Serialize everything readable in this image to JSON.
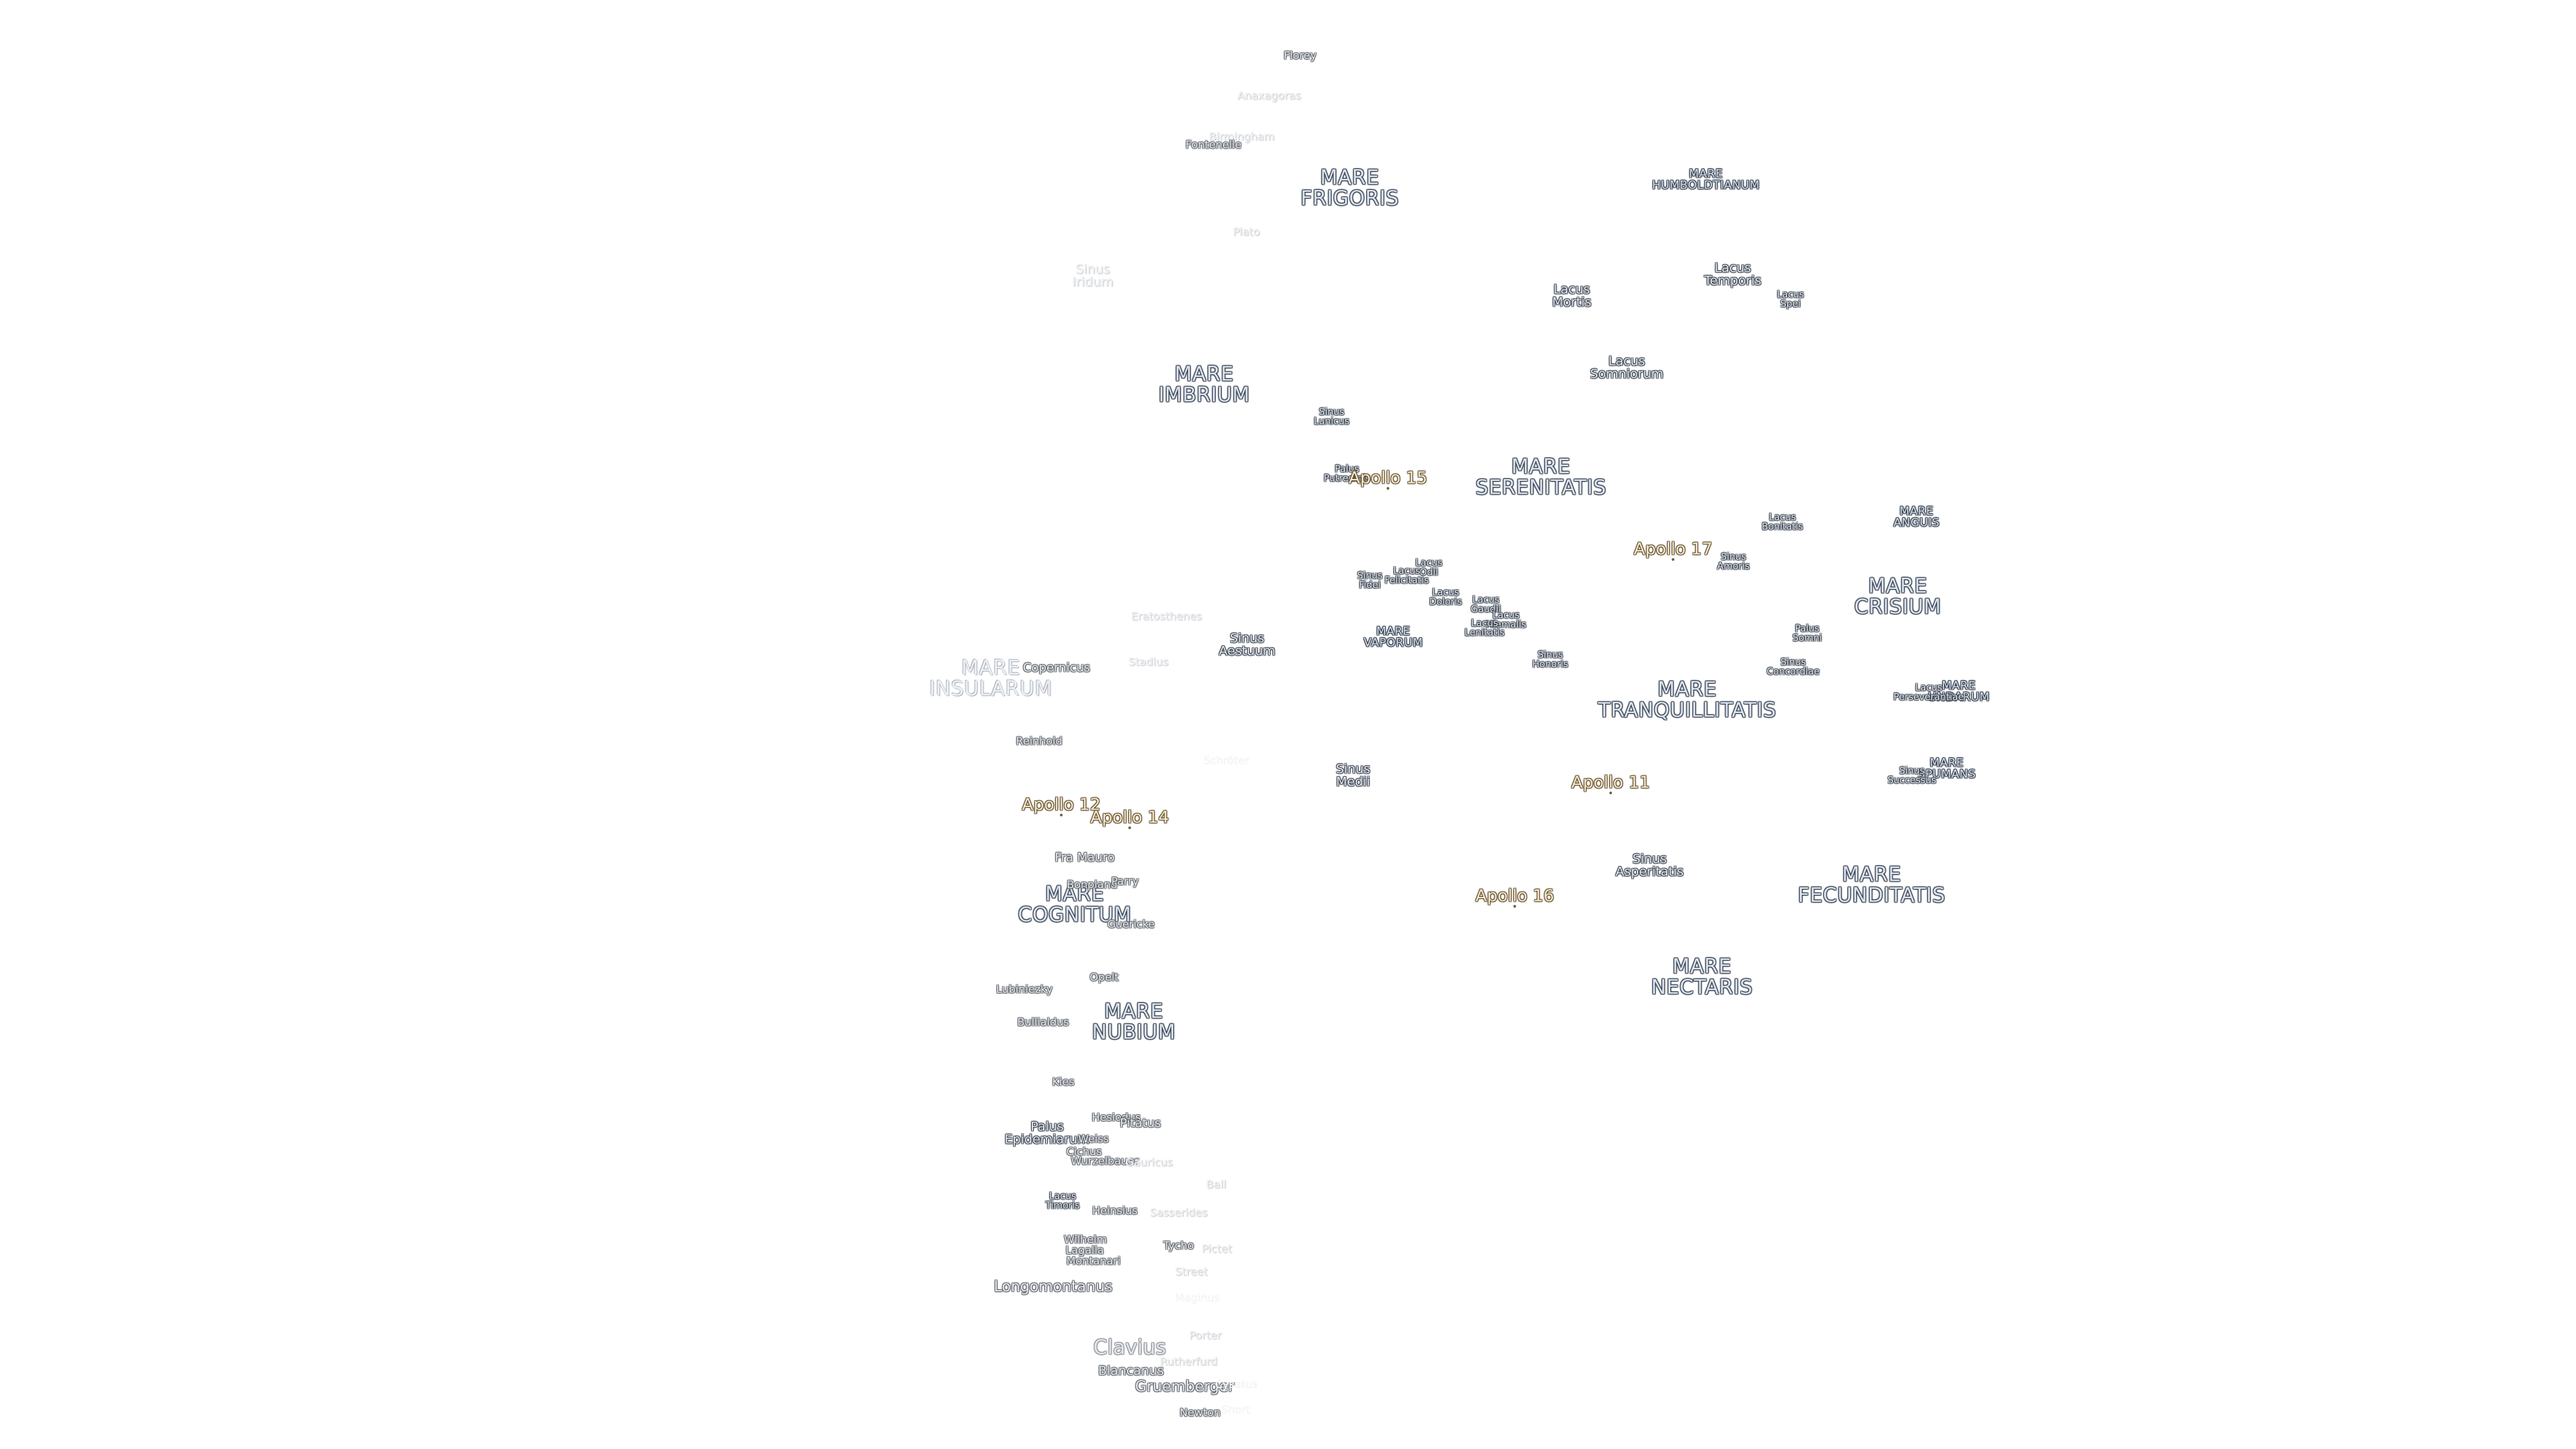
{
  "map": {
    "labels": [
      {
        "id": "mare-frigoris",
        "text": "MARE\nFRIGORIS",
        "kind": "mare"
      },
      {
        "id": "mare-humboldtianum",
        "text": "MARE\nHUMBOLDTIANUM",
        "kind": "mare-small"
      },
      {
        "id": "mare-imbrium",
        "text": "MARE\nIMBRIUM",
        "kind": "mare"
      },
      {
        "id": "mare-serenitatis",
        "text": "MARE\nSERENITATIS",
        "kind": "mare"
      },
      {
        "id": "mare-anguis",
        "text": "MARE\nANGUIS",
        "kind": "mare-small"
      },
      {
        "id": "mare-crisium",
        "text": "MARE\nCRISIUM",
        "kind": "mare"
      },
      {
        "id": "mare-vaporum",
        "text": "MARE\nVAPORUM",
        "kind": "mare-small"
      },
      {
        "id": "mare-insularum",
        "text": "MARE\nINSULARUM",
        "kind": "mare-faint"
      },
      {
        "id": "mare-tranquillitatis",
        "text": "MARE\nTRANQUILLITATIS",
        "kind": "mare"
      },
      {
        "id": "mare-undarum",
        "text": "MARE\nUNDARUM",
        "kind": "mare-small"
      },
      {
        "id": "mare-spumans",
        "text": "MARE\nSPUMANS",
        "kind": "mare-small"
      },
      {
        "id": "mare-cognitum",
        "text": "MARE\nCOGNITUM",
        "kind": "mare"
      },
      {
        "id": "mare-fecunditatis",
        "text": "MARE\nFECUNDITATIS",
        "kind": "mare"
      },
      {
        "id": "mare-nectaris",
        "text": "MARE\nNECTARIS",
        "kind": "mare"
      },
      {
        "id": "mare-nubium",
        "text": "MARE\nNUBIUM",
        "kind": "mare"
      },
      {
        "id": "lacus-mortis",
        "text": "Lacus\nMortis",
        "kind": "feat"
      },
      {
        "id": "lacus-temporis",
        "text": "Lacus\nTemporis",
        "kind": "feat"
      },
      {
        "id": "lacus-spei",
        "text": "Lacus\nSpei",
        "kind": "feat-tiny"
      },
      {
        "id": "lacus-somniorum",
        "text": "Lacus\nSomniorum",
        "kind": "feat"
      },
      {
        "id": "sinus-lunicus",
        "text": "Sinus\nLunicus",
        "kind": "feat-tiny"
      },
      {
        "id": "palus-putredinis",
        "text": "Palus\nPutredinis",
        "kind": "feat-tiny"
      },
      {
        "id": "lacus-bonitatis",
        "text": "Lacus\nBonitatis",
        "kind": "feat-tiny"
      },
      {
        "id": "sinus-amoris",
        "text": "Sinus\nAmoris",
        "kind": "feat-tiny"
      },
      {
        "id": "lacus-odii",
        "text": "Lacus\nOdii",
        "kind": "feat-tiny"
      },
      {
        "id": "lacus-felicitatis",
        "text": "Lacus\nFelicitatis",
        "kind": "feat-tiny"
      },
      {
        "id": "sinus-fidei",
        "text": "Sinus\nFidei",
        "kind": "feat-tiny"
      },
      {
        "id": "lacus-doloris",
        "text": "Lacus\nDoloris",
        "kind": "feat-tiny"
      },
      {
        "id": "lacus-gaudii",
        "text": "Lacus\nGaudii",
        "kind": "feat-tiny"
      },
      {
        "id": "lacus-hiemalis",
        "text": "Lacus\nHiemalis",
        "kind": "feat-tiny"
      },
      {
        "id": "lacus-lenitatis",
        "text": "Lacus\nLenitatis",
        "kind": "feat-tiny"
      },
      {
        "id": "sinus-aestuum",
        "text": "Sinus\nAestuum",
        "kind": "feat"
      },
      {
        "id": "sinus-honoris",
        "text": "Sinus\nHonoris",
        "kind": "feat-tiny"
      },
      {
        "id": "palus-somni",
        "text": "Palus\nSomni",
        "kind": "feat-tiny"
      },
      {
        "id": "sinus-concordiae",
        "text": "Sinus\nConcordiae",
        "kind": "feat-tiny"
      },
      {
        "id": "lacus-perseverantiae",
        "text": "Lacus\nPerseverantiae",
        "kind": "feat-tiny"
      },
      {
        "id": "sinus-medii",
        "text": "Sinus\nMedii",
        "kind": "feat"
      },
      {
        "id": "sinus-successus",
        "text": "Sinus\nSuccessus",
        "kind": "feat-tiny"
      },
      {
        "id": "sinus-asperitatis",
        "text": "Sinus\nAsperitatis",
        "kind": "feat"
      },
      {
        "id": "palus-epidemiarum",
        "text": "Palus\nEpidemiarum",
        "kind": "feat"
      },
      {
        "id": "lacus-timoris",
        "text": "Lacus\nTimoris",
        "kind": "feat-tiny"
      },
      {
        "id": "sinus-iridum",
        "text": "Sinus\nIridum",
        "kind": "crater-faint"
      },
      {
        "id": "florey",
        "text": "Florey",
        "kind": "crater"
      },
      {
        "id": "anaxagoras",
        "text": "Anaxagoras",
        "kind": "crater-faint"
      },
      {
        "id": "birmingham",
        "text": "Birmingham",
        "kind": "crater-faint"
      },
      {
        "id": "fontenelle",
        "text": "Fontenelle",
        "kind": "crater"
      },
      {
        "id": "plato",
        "text": "Plato",
        "kind": "crater-faint"
      },
      {
        "id": "eratosthenes",
        "text": "Eratosthenes",
        "kind": "crater-faint"
      },
      {
        "id": "copernicus",
        "text": "Copernicus",
        "kind": "crater"
      },
      {
        "id": "stadius",
        "text": "Stadius",
        "kind": "crater-faint"
      },
      {
        "id": "reinhold",
        "text": "Reinhold",
        "kind": "crater"
      },
      {
        "id": "schroter",
        "text": "Schröter",
        "kind": "crater-ghost"
      },
      {
        "id": "fra-mauro",
        "text": "Fra Mauro",
        "kind": "crater"
      },
      {
        "id": "bonpland",
        "text": "Bonpland",
        "kind": "crater"
      },
      {
        "id": "parry",
        "text": "Parry",
        "kind": "crater"
      },
      {
        "id": "guericke",
        "text": "Guericke",
        "kind": "crater"
      },
      {
        "id": "opelt",
        "text": "Opelt",
        "kind": "crater"
      },
      {
        "id": "lubiniezky",
        "text": "Lubiniezky",
        "kind": "crater"
      },
      {
        "id": "bullialdus",
        "text": "Bullialdus",
        "kind": "crater"
      },
      {
        "id": "kies",
        "text": "Kies",
        "kind": "crater"
      },
      {
        "id": "hesiodus",
        "text": "Hesiodus",
        "kind": "crater"
      },
      {
        "id": "pitatus",
        "text": "Pitatus",
        "kind": "crater"
      },
      {
        "id": "weiss",
        "text": "Weiss",
        "kind": "crater"
      },
      {
        "id": "cichus",
        "text": "Cichus",
        "kind": "crater"
      },
      {
        "id": "wurzelbauer",
        "text": "Wurzelbauer",
        "kind": "crater"
      },
      {
        "id": "gauricus",
        "text": "Gauricus",
        "kind": "crater-faint"
      },
      {
        "id": "ball",
        "text": "Ball",
        "kind": "crater-faint"
      },
      {
        "id": "heinsius",
        "text": "Heinsius",
        "kind": "crater"
      },
      {
        "id": "sasserides",
        "text": "Sasserides",
        "kind": "crater-faint"
      },
      {
        "id": "wilhelm",
        "text": "Wilhelm",
        "kind": "crater"
      },
      {
        "id": "lagalla",
        "text": "Lagalla",
        "kind": "crater"
      },
      {
        "id": "montanari",
        "text": "Montanari",
        "kind": "crater"
      },
      {
        "id": "tycho",
        "text": "Tycho",
        "kind": "crater"
      },
      {
        "id": "pictet",
        "text": "Pictet",
        "kind": "crater-faint"
      },
      {
        "id": "street",
        "text": "Street",
        "kind": "crater-faint"
      },
      {
        "id": "longomontanus",
        "text": "Longomontanus",
        "kind": "crater-mid"
      },
      {
        "id": "maginus",
        "text": "Maginus",
        "kind": "crater-ghost"
      },
      {
        "id": "porter",
        "text": "Porter",
        "kind": "crater-faint"
      },
      {
        "id": "clavius",
        "text": "Clavius",
        "kind": "crater-big"
      },
      {
        "id": "rutherfurd",
        "text": "Rutherfurd",
        "kind": "crater-faint"
      },
      {
        "id": "blancanus",
        "text": "Blancanus",
        "kind": "crater"
      },
      {
        "id": "gruemberger",
        "text": "Gruemberger",
        "kind": "crater-mid"
      },
      {
        "id": "cysatus",
        "text": "Cysatus",
        "kind": "crater-ghost"
      },
      {
        "id": "newton",
        "text": "Newton",
        "kind": "crater"
      },
      {
        "id": "short",
        "text": "Short",
        "kind": "crater-ghost"
      },
      {
        "id": "apollo-15",
        "text": "Apollo 15",
        "kind": "apollo"
      },
      {
        "id": "apollo-17",
        "text": "Apollo 17",
        "kind": "apollo"
      },
      {
        "id": "apollo-11",
        "text": "Apollo 11",
        "kind": "apollo"
      },
      {
        "id": "apollo-12",
        "text": "Apollo 12",
        "kind": "apollo"
      },
      {
        "id": "apollo-14",
        "text": "Apollo 14",
        "kind": "apollo"
      },
      {
        "id": "apollo-16",
        "text": "Apollo 16",
        "kind": "apollo"
      }
    ]
  }
}
